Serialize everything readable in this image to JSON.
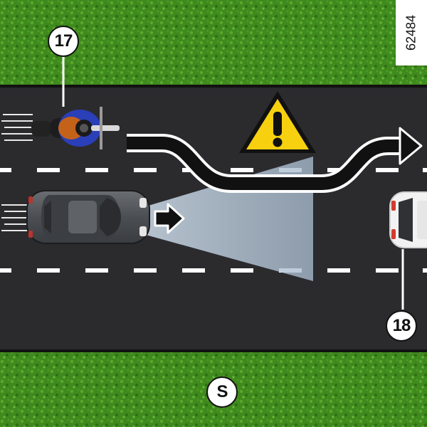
{
  "callouts": {
    "motorcycle": "17",
    "parked_car": "18",
    "system": "S"
  },
  "reference_code": "62484",
  "colors": {
    "grass": "#3f8a1e",
    "road": "#2b2b2e",
    "lane_marking": "#ffffff",
    "detection_zone": "#b7c8d8",
    "warning_fill": "#f7d10f",
    "motorcycle_rider": "#2a3fb8",
    "car_body": "#55585c",
    "parked_car": "#ffffff"
  },
  "icons": {
    "warning": "warning-triangle-icon",
    "direction": "arrow-right-icon",
    "lane_change": "curved-arrow-icon"
  }
}
